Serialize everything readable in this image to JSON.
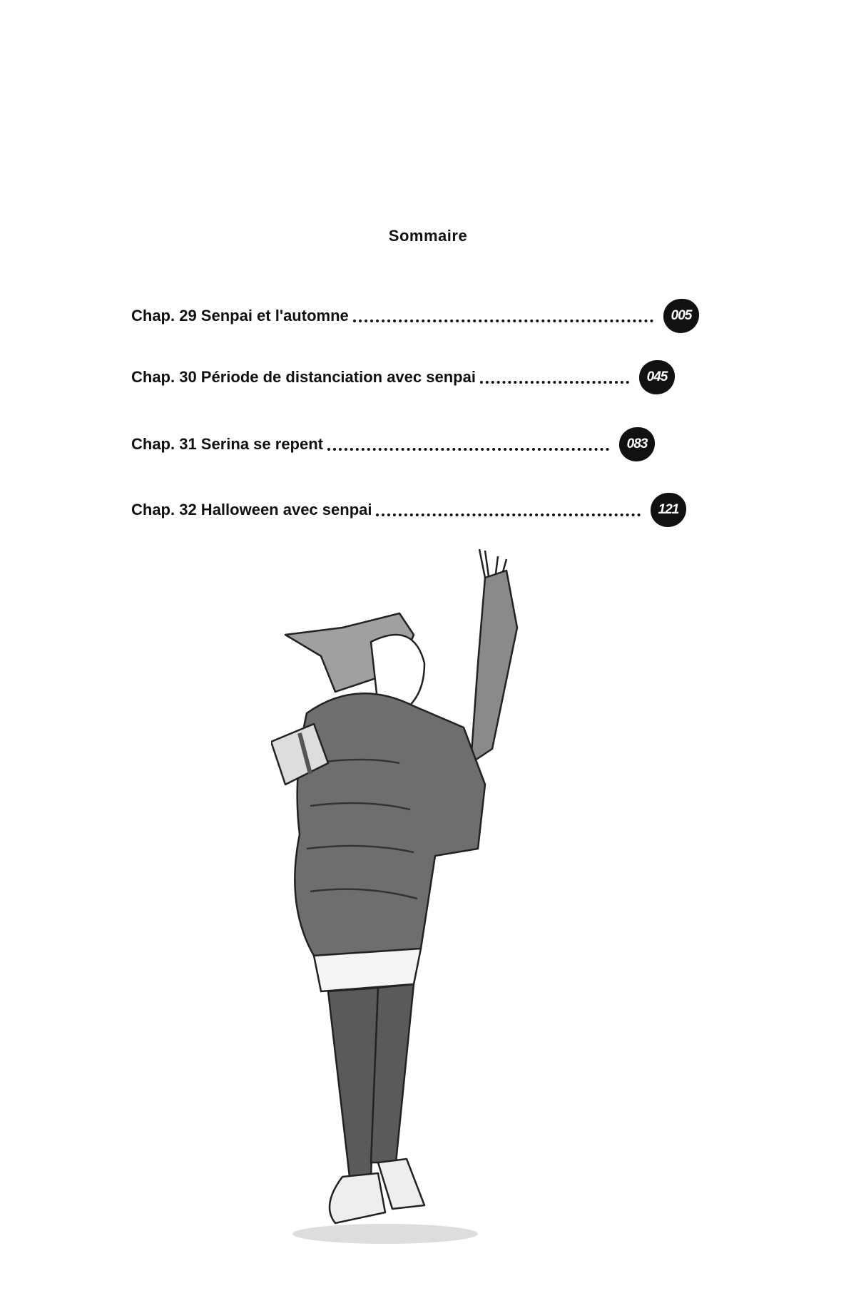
{
  "title": "Sommaire",
  "chapters": [
    {
      "label": "Chap. 29 Senpai et l'automne",
      "page": "005"
    },
    {
      "label": "Chap. 30 Période de distanciation avec senpai",
      "page": "045"
    },
    {
      "label": "Chap. 31 Serina se repent",
      "page": "083"
    },
    {
      "label": "Chap. 32 Halloween avec senpai",
      "page": "121"
    }
  ]
}
